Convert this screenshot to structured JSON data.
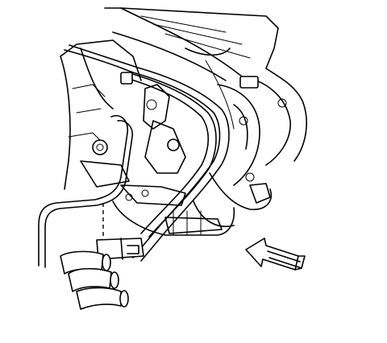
{
  "diagram": {
    "kind": "line-art technical illustration",
    "parts": [
      "transmission-housing",
      "engine-block",
      "fluid-cooler-lines",
      "line-fittings",
      "direction-arrow"
    ],
    "colors": {
      "line": "#000000",
      "background": "#ffffff"
    },
    "arrow": {
      "direction": "left-up"
    }
  }
}
